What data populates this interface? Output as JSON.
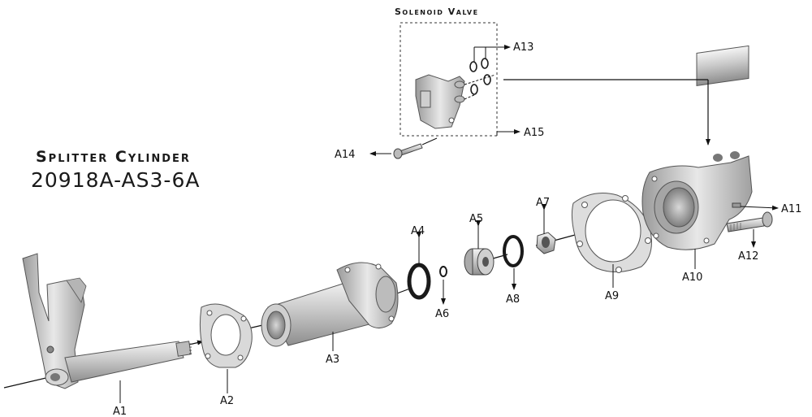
{
  "diagram": {
    "title": "Splitter Cylinder",
    "part_number": "20918A-AS3-6A",
    "solenoid_title": "Solenoid Valve",
    "labels": {
      "A1": "A1",
      "A2": "A2",
      "A3": "A3",
      "A4": "A4",
      "A5": "A5",
      "A6": "A6",
      "A7": "A7",
      "A8": "A8",
      "A9": "A9",
      "A10": "A10",
      "A11": "A11",
      "A12": "A12",
      "A13": "A13",
      "A14": "A14",
      "A15": "A15"
    }
  }
}
